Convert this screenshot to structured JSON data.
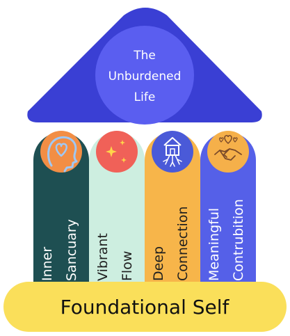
{
  "roof": {
    "title_line1": "The",
    "title_line2": "Unburdened",
    "title_line3": "Life",
    "color": "#3a3fd4",
    "circle_color": "#5a5ef0"
  },
  "pillars": [
    {
      "line1": "Inner",
      "line2": "Sancuary",
      "color": "#1e4f52",
      "icon": "heart-head-icon",
      "text_style": "light"
    },
    {
      "line1": "Vibrant",
      "line2": "Flow",
      "color": "#cdeee0",
      "icon": "sparkle-icon",
      "text_style": "dark"
    },
    {
      "line1": "Deep",
      "line2": "Connection",
      "color": "#f7b54a",
      "icon": "house-roots-icon",
      "text_style": "dark"
    },
    {
      "line1": "Meaningful",
      "line2": "Contrubition",
      "color": "#5560e8",
      "icon": "handshake-hearts-icon",
      "text_style": "light"
    }
  ],
  "base": {
    "label": "Foundational Self",
    "color": "#fadf5a"
  }
}
